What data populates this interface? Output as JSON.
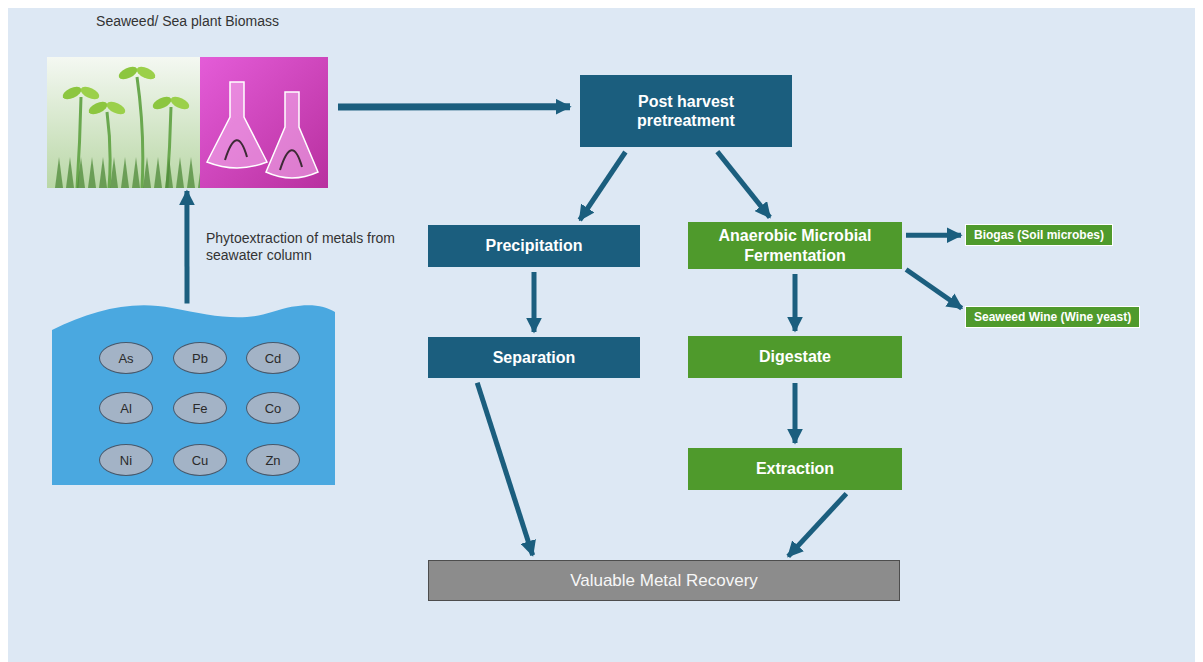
{
  "diagram": {
    "nodes": [
      {
        "text": [
          "Seaweed/ Sea plant Biomass"
        ]
      },
      {
        "text": [
          "Post harvest pretreatment"
        ]
      },
      {
        "text": [
          "Precipitation"
        ]
      },
      {
        "text": [
          "Anaerobic Microbial Fermentation"
        ]
      },
      {
        "text": [
          "Biogas (Soil microbes)"
        ]
      },
      {
        "text": [
          "Seaweed Wine (Wine yeast)"
        ]
      },
      {
        "text": [
          "Separation"
        ]
      },
      {
        "text": [
          "Digestate"
        ]
      },
      {
        "text": [
          "Extraction"
        ]
      },
      {
        "text": []
      },
      {
        "text": [
          "As"
        ],
        "in": 9
      },
      {
        "text": [
          "Pb"
        ],
        "in": 9
      },
      {
        "text": [
          "Cd"
        ],
        "in": 9
      },
      {
        "text": [
          "Al"
        ],
        "in": 9
      },
      {
        "text": [
          "Fe"
        ],
        "in": 9
      },
      {
        "text": [
          "Co"
        ],
        "in": 9
      },
      {
        "text": [
          "Ni"
        ],
        "in": 9
      },
      {
        "text": [
          "Cu"
        ],
        "in": 9
      },
      {
        "text": [
          "Zn"
        ],
        "in": 9
      },
      {
        "text": [
          "Valuable Metal Recovery"
        ]
      }
    ],
    "edges": [
      {
        "from": 0,
        "to": 1,
        "arrow": "to"
      },
      {
        "from": 9,
        "to": 0,
        "arrow": "to",
        "label": "Phytoextraction of metals from seawater column"
      },
      {
        "from": 1,
        "to": 2,
        "arrow": "to"
      },
      {
        "from": 1,
        "to": 3,
        "arrow": "to"
      },
      {
        "from": 3,
        "to": 4,
        "arrow": "to"
      },
      {
        "from": 3,
        "to": 5,
        "arrow": "to"
      },
      {
        "from": 2,
        "to": 6,
        "arrow": "to"
      },
      {
        "from": 3,
        "to": 7,
        "arrow": "to"
      },
      {
        "from": 7,
        "to": 8,
        "arrow": "to"
      },
      {
        "from": 6,
        "to": 19,
        "arrow": "to"
      },
      {
        "from": 8,
        "to": 19,
        "arrow": "to"
      }
    ]
  }
}
